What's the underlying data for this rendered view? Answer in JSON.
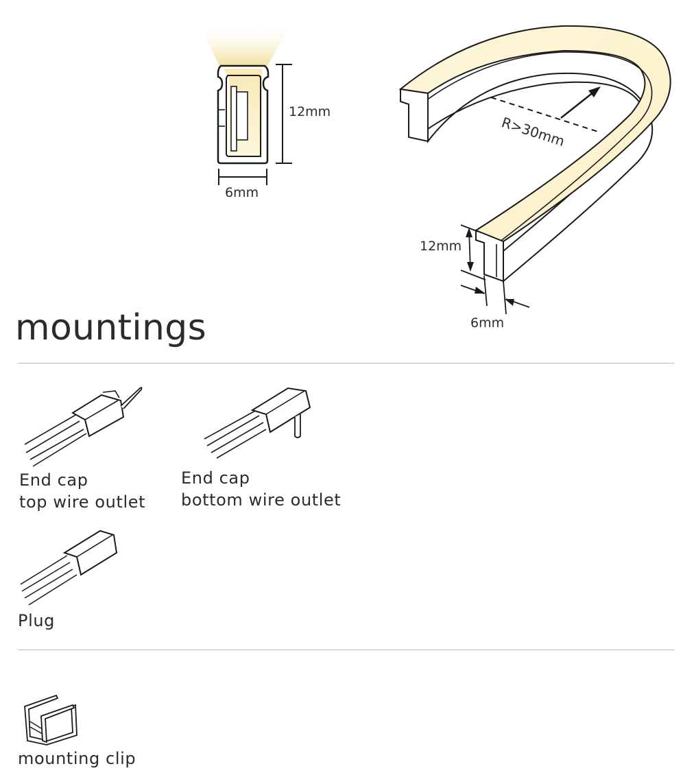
{
  "cross_section": {
    "height_label": "12mm",
    "width_label": "6mm"
  },
  "bend_diagram": {
    "radius_label": "R>30mm",
    "height_label": "12mm",
    "width_label": "6mm"
  },
  "mountings": {
    "title": "mountings",
    "items": [
      {
        "line1": "End cap",
        "line2": "top wire outlet"
      },
      {
        "line1": "End cap",
        "line2": "bottom wire outlet"
      },
      {
        "line1": "Plug"
      },
      {
        "line1": "mounting clip"
      }
    ]
  },
  "colors": {
    "glow": "#fdf6d8",
    "glow_strong": "#f3dfa0",
    "line": "#1a1a1a",
    "divider": "#b8b8b8"
  }
}
